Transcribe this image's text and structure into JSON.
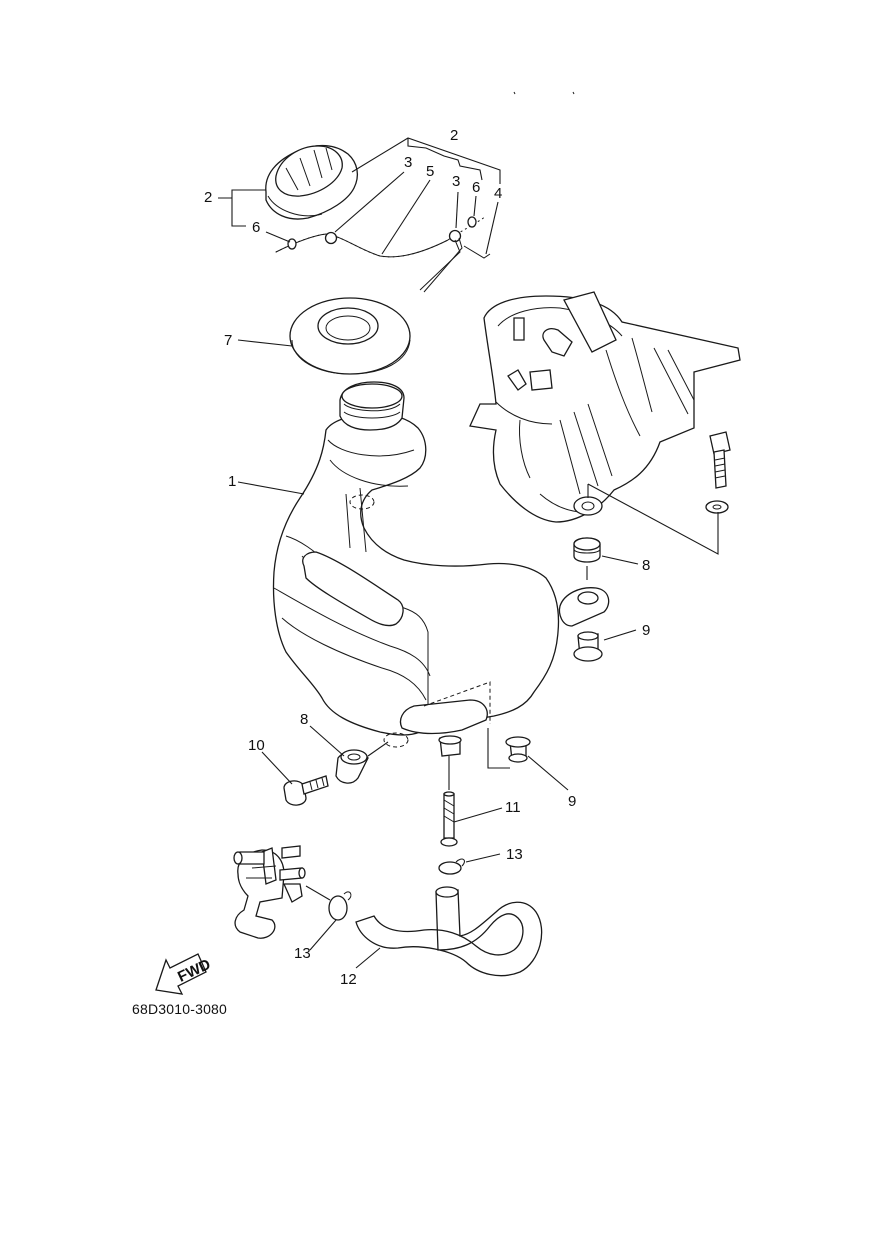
{
  "diagram": {
    "callouts": [
      "1",
      "2",
      "2",
      "3",
      "3",
      "4",
      "5",
      "6",
      "6",
      "7",
      "8",
      "8",
      "9",
      "9",
      "10",
      "11",
      "12",
      "13",
      "13"
    ],
    "fwd_label": "FWD",
    "part_code": "68D3010-3080"
  }
}
